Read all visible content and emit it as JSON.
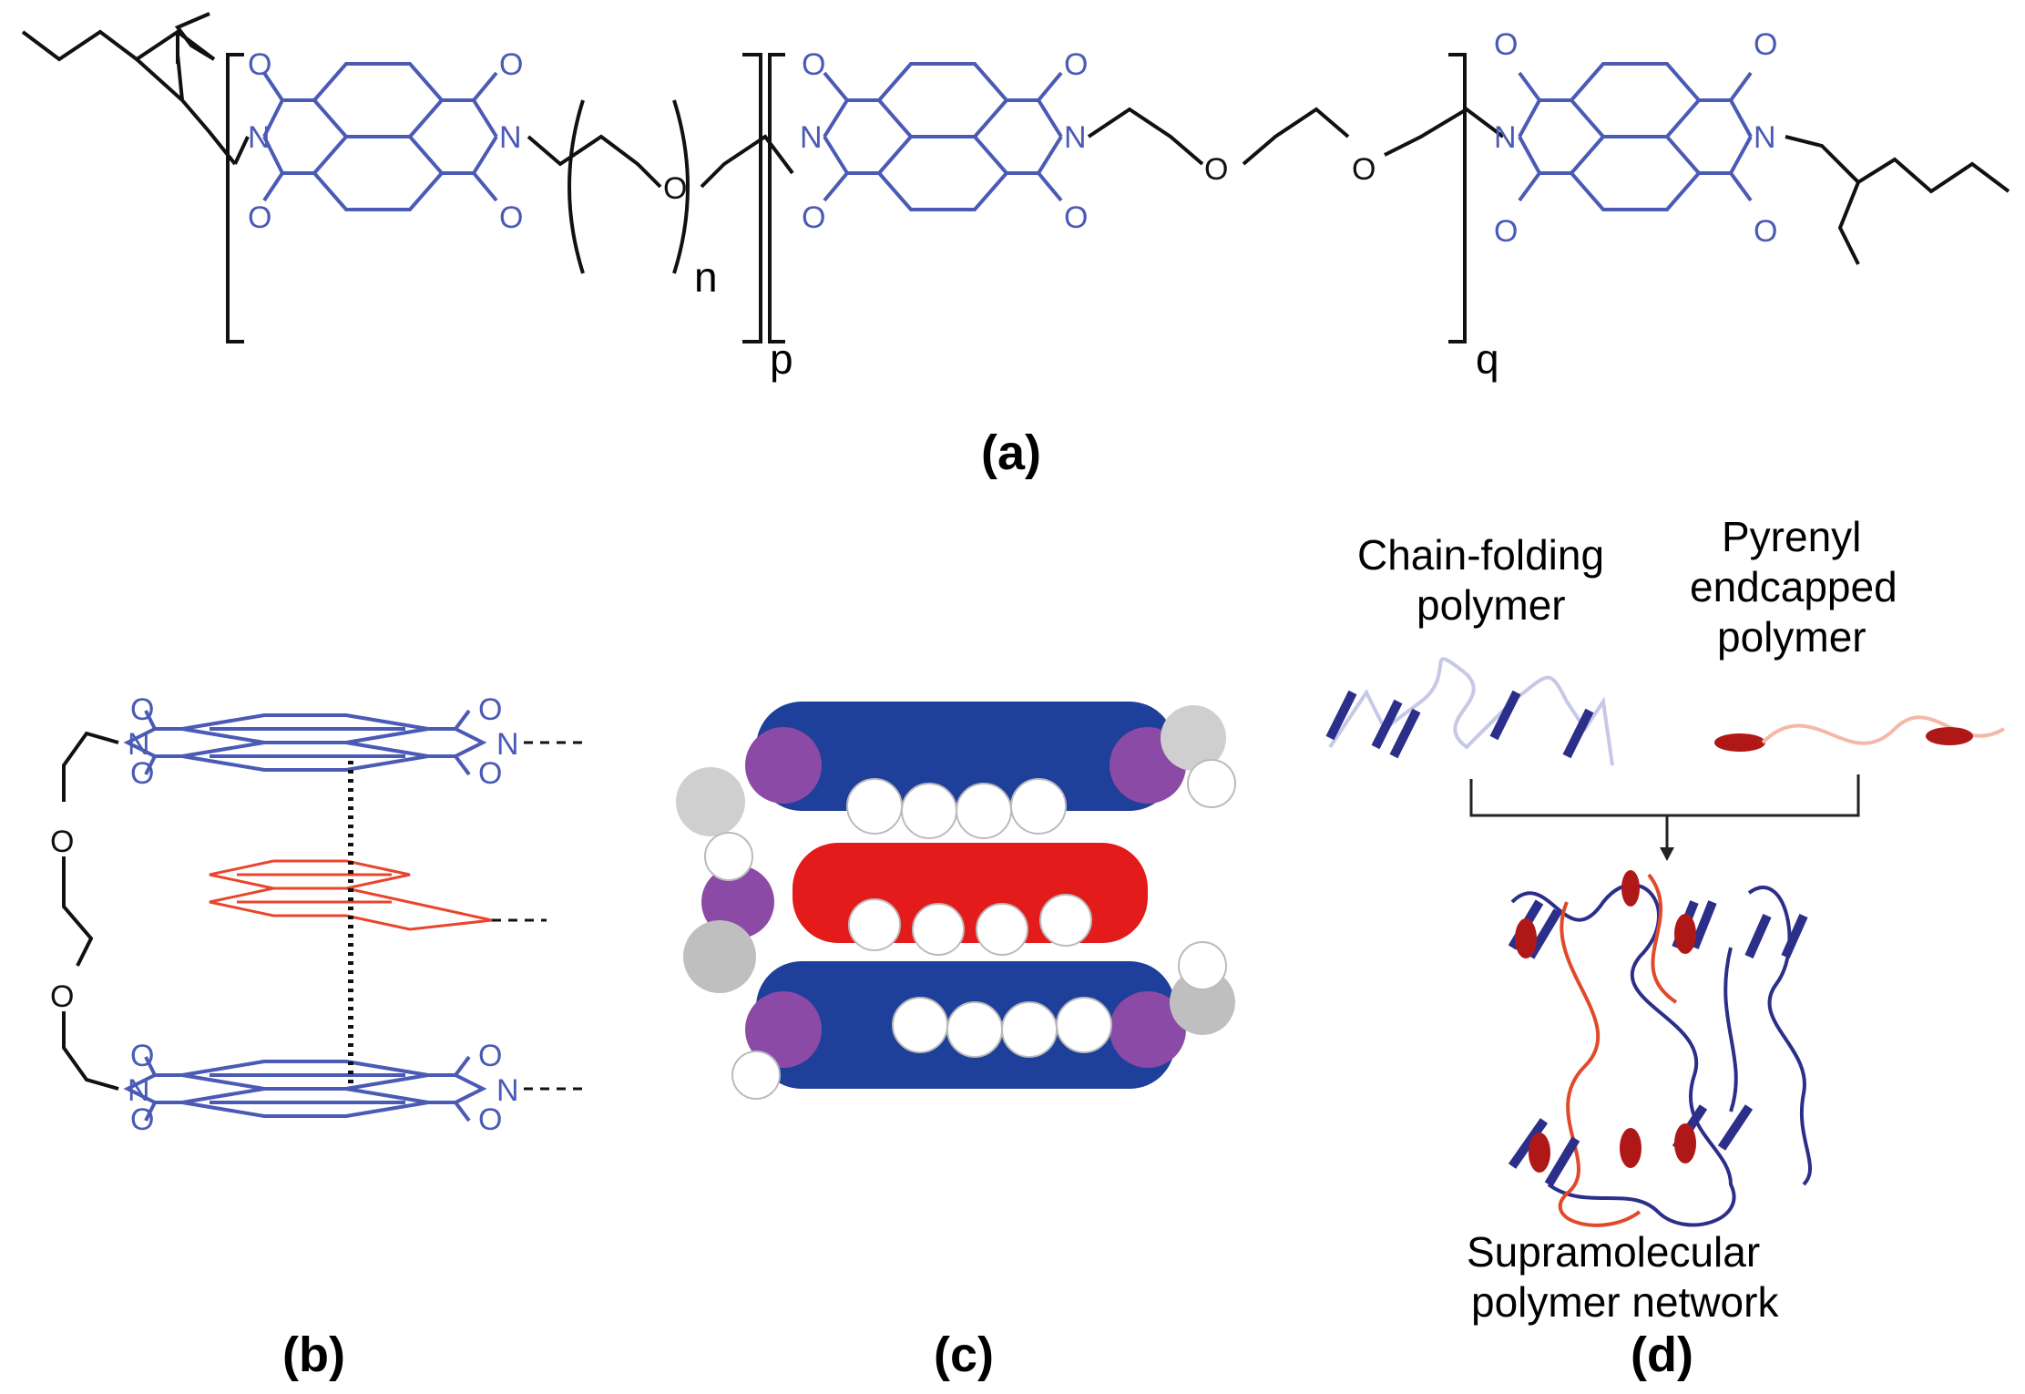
{
  "panel_labels": {
    "a": "(a)",
    "b": "(b)",
    "c": "(c)",
    "d": "(d)"
  },
  "atoms": {
    "nitrogen": "N",
    "oxygen": "O"
  },
  "subscripts": {
    "n": "n",
    "p": "p",
    "q": "q"
  },
  "panel_d": {
    "chain_folding_line1": "Chain-folding",
    "chain_folding_line2": "polymer",
    "pyrenyl_line1": "Pyrenyl",
    "pyrenyl_line2": "endcapped",
    "pyrenyl_line3": "polymer",
    "network_line1": "Supramolecular",
    "network_line2": "polymer network"
  },
  "colors": {
    "diimide_blue": "#4a5ab5",
    "pyrene_red": "#e8452c",
    "network_blue": "#2b2f8a",
    "network_red": "#e04a2a",
    "endcap_red": "#b01818"
  }
}
